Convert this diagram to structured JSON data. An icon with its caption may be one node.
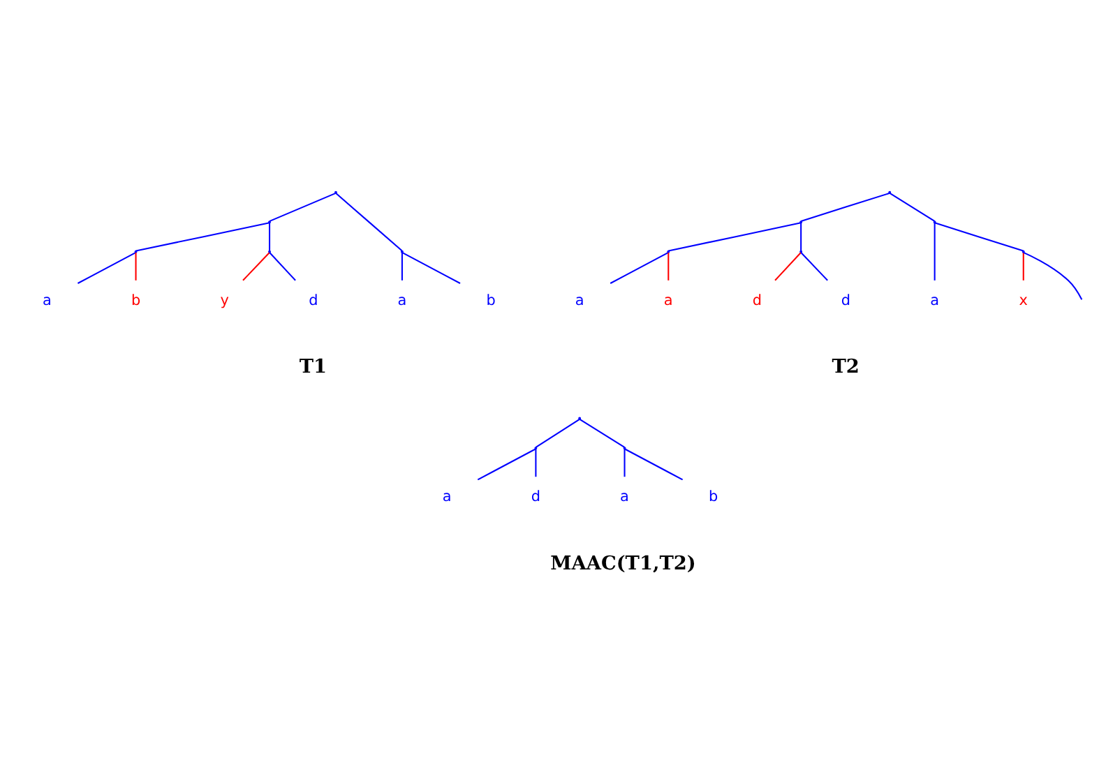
{
  "diagram": {
    "nodes": [
      {
        "text": [],
        "shape": "point"
      },
      {
        "text": [],
        "shape": "point"
      },
      {
        "text": [],
        "shape": "point"
      },
      {
        "text": [
          "a"
        ]
      },
      {
        "text": [
          "b"
        ]
      },
      {
        "text": [],
        "shape": "point"
      },
      {
        "text": [
          "y"
        ]
      },
      {
        "text": [
          "d"
        ]
      },
      {
        "text": [],
        "shape": "point"
      },
      {
        "text": [
          "a"
        ]
      },
      {
        "text": [
          "b"
        ]
      },
      {
        "text": [],
        "shape": "point"
      },
      {
        "text": [],
        "shape": "point"
      },
      {
        "text": [],
        "shape": "point"
      },
      {
        "text": [
          "a"
        ]
      },
      {
        "text": [
          "a"
        ]
      },
      {
        "text": [],
        "shape": "point"
      },
      {
        "text": [
          "d"
        ]
      },
      {
        "text": [
          "d"
        ]
      },
      {
        "text": [],
        "shape": "point"
      },
      {
        "text": [
          "a"
        ]
      },
      {
        "text": [],
        "shape": "point"
      },
      {
        "text": [
          "x"
        ]
      },
      {
        "text": [],
        "shape": "point"
      },
      {
        "text": [],
        "shape": "point"
      },
      {
        "text": [
          "a"
        ]
      },
      {
        "text": [
          "d"
        ]
      },
      {
        "text": [],
        "shape": "point"
      },
      {
        "text": [
          "a"
        ]
      },
      {
        "text": [
          "b"
        ]
      }
    ],
    "edges": [
      {
        "from": 0,
        "to": 1,
        "arrow": "none"
      },
      {
        "from": 1,
        "to": 2,
        "arrow": "none"
      },
      {
        "from": 2,
        "to": 3,
        "arrow": "none"
      },
      {
        "from": 2,
        "to": 4,
        "arrow": "none",
        "color": "#ff0000"
      },
      {
        "from": 1,
        "to": 5,
        "arrow": "none"
      },
      {
        "from": 5,
        "to": 6,
        "arrow": "none",
        "color": "#ff0000"
      },
      {
        "from": 5,
        "to": 7,
        "arrow": "none"
      },
      {
        "from": 0,
        "to": 8,
        "arrow": "none"
      },
      {
        "from": 8,
        "to": 9,
        "arrow": "none"
      },
      {
        "from": 8,
        "to": 10,
        "arrow": "none"
      },
      {
        "from": 11,
        "to": 12,
        "arrow": "none"
      },
      {
        "from": 12,
        "to": 13,
        "arrow": "none"
      },
      {
        "from": 13,
        "to": 14,
        "arrow": "none"
      },
      {
        "from": 13,
        "to": 15,
        "arrow": "none",
        "color": "#ff0000"
      },
      {
        "from": 12,
        "to": 16,
        "arrow": "none"
      },
      {
        "from": 16,
        "to": 17,
        "arrow": "none",
        "color": "#ff0000"
      },
      {
        "from": 16,
        "to": 18,
        "arrow": "none"
      },
      {
        "from": 11,
        "to": 19,
        "arrow": "none"
      },
      {
        "from": 19,
        "to": 20,
        "arrow": "none"
      },
      {
        "from": 19,
        "to": 21,
        "arrow": "none"
      },
      {
        "from": 21,
        "to": 22,
        "arrow": "none",
        "color": "#ff0000"
      },
      {
        "from": 21,
        "to": null,
        "arrow": "none"
      },
      {
        "from": 23,
        "to": 24,
        "arrow": "none"
      },
      {
        "from": 24,
        "to": 25,
        "arrow": "none"
      },
      {
        "from": 24,
        "to": 26,
        "arrow": "none"
      },
      {
        "from": 23,
        "to": 27,
        "arrow": "none"
      },
      {
        "from": 27,
        "to": 28,
        "arrow": "none"
      },
      {
        "from": 27,
        "to": 29,
        "arrow": "none"
      }
    ],
    "labels": [
      "T1",
      "T2",
      "MAAC(T1,T2)"
    ]
  }
}
